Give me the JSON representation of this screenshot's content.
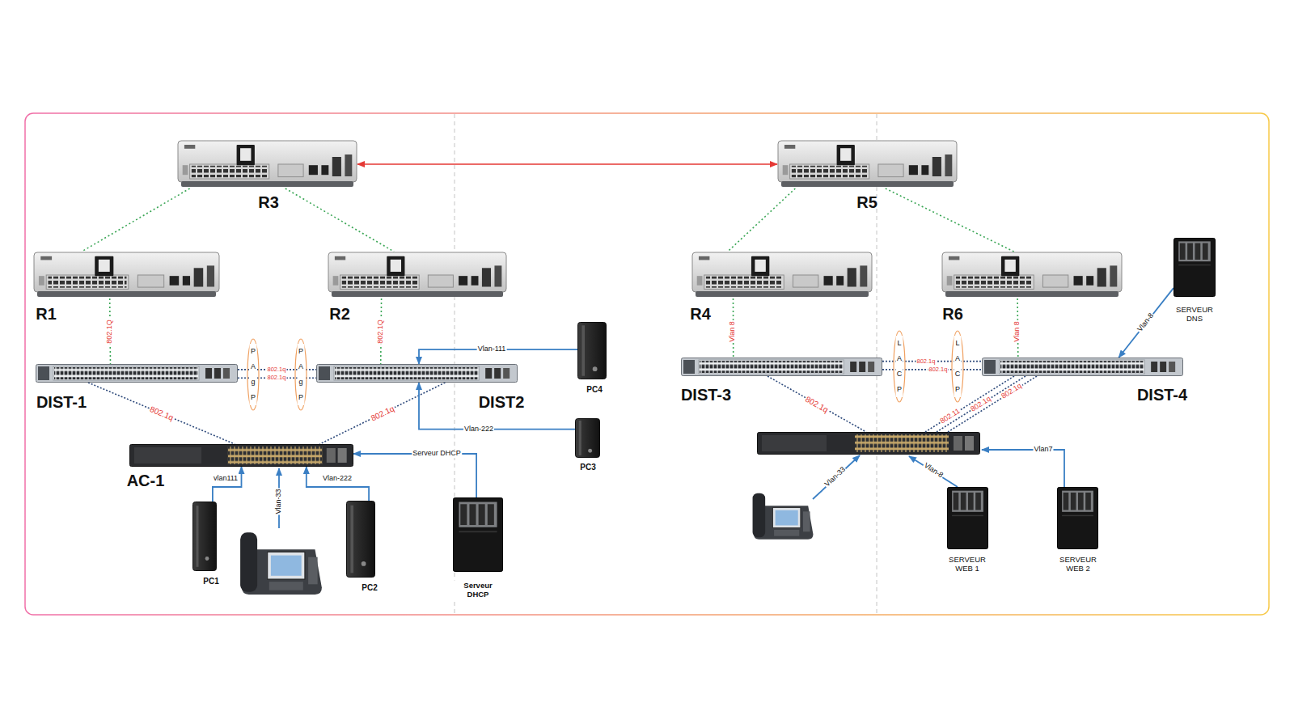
{
  "diagram": {
    "nodes": [
      {
        "text": [
          "R3"
        ]
      },
      {
        "text": [
          "R5"
        ]
      },
      {
        "text": [
          "R1"
        ]
      },
      {
        "text": [
          "R2"
        ]
      },
      {
        "text": [
          "R4"
        ]
      },
      {
        "text": [
          "R6"
        ]
      },
      {
        "text": [
          "SERVEUR DNS"
        ]
      },
      {
        "text": [
          "PAgP"
        ]
      },
      {
        "text": [
          "PAgP"
        ]
      },
      {
        "text": [
          "LACP"
        ]
      },
      {
        "text": [
          "LACP"
        ]
      },
      {
        "text": [
          "PC4"
        ]
      },
      {
        "text": [
          "DIST-1"
        ]
      },
      {
        "text": [
          "DIST2"
        ]
      },
      {
        "text": [
          "DIST-3"
        ]
      },
      {
        "text": [
          "DIST-4"
        ]
      },
      {
        "text": [
          "AC-1"
        ]
      },
      {
        "text": [
          "PC3"
        ]
      },
      {
        "text": [
          "PC1"
        ]
      },
      {
        "text": [
          "PC2"
        ]
      },
      {
        "text": [
          "Serveur DHCP"
        ]
      },
      {
        "text": [
          "SERVEUR WEB 1"
        ]
      },
      {
        "text": [
          "SERVEUR WEB 2"
        ]
      }
    ],
    "edges": [
      {
        "from": 0,
        "to": 2,
        "arrow": "none"
      },
      {
        "from": 0,
        "to": 3,
        "arrow": "none"
      },
      {
        "from": 1,
        "to": 4,
        "arrow": "none"
      },
      {
        "from": 1,
        "to": 5,
        "arrow": "none"
      },
      {
        "from": 0,
        "to": 1,
        "arrow": "both"
      },
      {
        "from": 2,
        "to": 12,
        "label": "802.1Q",
        "arrow": "none"
      },
      {
        "from": 3,
        "to": 13,
        "label": "802.1Q",
        "arrow": "none"
      },
      {
        "from": 4,
        "to": 14,
        "label": "Vlan 8",
        "arrow": "none"
      },
      {
        "from": 5,
        "to": 15,
        "label": "Vlan 8",
        "arrow": "none"
      },
      {
        "from": 12,
        "to": 13,
        "label": "802.1q",
        "arrow": "none"
      },
      {
        "from": 12,
        "to": 13,
        "label": "802.1q",
        "arrow": "none"
      },
      {
        "from": 14,
        "to": 15,
        "label": "802.1q",
        "arrow": "none"
      },
      {
        "from": 14,
        "to": 15,
        "label": "802.1q",
        "arrow": "none"
      },
      {
        "from": 12,
        "to": 16,
        "label": "802.1q",
        "arrow": "none"
      },
      {
        "from": 13,
        "to": 16,
        "label": "802.1q",
        "arrow": "none"
      },
      {
        "from": 11,
        "to": 13,
        "label": "Vlan-111",
        "arrow": "to"
      },
      {
        "from": 17,
        "to": 13,
        "label": "Vlan-222",
        "arrow": "to"
      },
      {
        "from": 18,
        "to": 16,
        "label": "vlan111",
        "arrow": "to"
      },
      {
        "from": 19,
        "to": 16,
        "label": "Vlan-222",
        "arrow": "to"
      },
      {
        "from": 20,
        "to": 16,
        "label": "Serveur DHCP",
        "arrow": "to"
      },
      {
        "from": 6,
        "to": 15,
        "label": "Vlan-8",
        "arrow": "to"
      }
    ],
    "labels": [
      "Vlan-33",
      "802.1q",
      "802.11",
      "802.1q",
      "802.1q",
      "Vlan-33",
      "Vlan-8",
      "Vlan7"
    ]
  }
}
